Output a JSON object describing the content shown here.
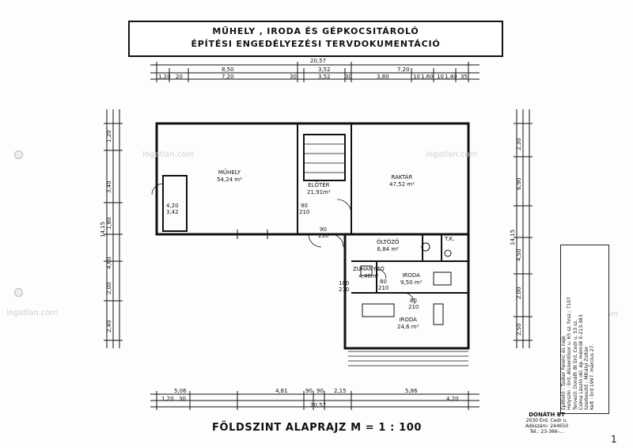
{
  "title": {
    "line1": "MŰHELY , IRODA ÉS GÉPKOCSITÁROLÓ",
    "line2": "ÉPÍTÉSI ENGEDÉLYEZÉSI TERVDOKUMENTÁCIÓ"
  },
  "top_dims": {
    "total": "20,57",
    "row1": [
      "8,50",
      "3,52",
      "7,20"
    ],
    "row2": [
      "1,20",
      "20",
      "7,20",
      "30",
      "3,52",
      "30",
      "3,80",
      "10",
      "1,60",
      "10",
      "1,40",
      "35"
    ]
  },
  "bottom_dims": {
    "total": "20,57",
    "row1": [
      "5,06",
      "4,81",
      "90",
      "90",
      "2,15",
      "5,86"
    ],
    "row2": [
      "1,20",
      "30",
      "4,20"
    ]
  },
  "left_dims": {
    "total": "14,15",
    "segments": [
      "1,20",
      "3,40",
      "1,80",
      "4,60",
      "2,00",
      "2,40"
    ]
  },
  "right_dims": {
    "total": "14,15",
    "segments": [
      "2,30",
      "6,90",
      "4,50",
      "2,00",
      "2,50"
    ]
  },
  "rooms": {
    "muhely": {
      "name": "MŰHELY",
      "area": "54,24 m²"
    },
    "eloter": {
      "name": "ELŐTÉR",
      "area": "21,91m²"
    },
    "raktar": {
      "name": "RAKTÁR",
      "area": "47,52 m²"
    },
    "oltozo": {
      "name": "ÖLTÖZŐ",
      "area": "6,84 m²"
    },
    "tk": {
      "name": "T.K."
    },
    "zuhanyzo": {
      "name": "ZUHANYZÓ",
      "area": "4,40m²"
    },
    "iroda1": {
      "name": "IRODA",
      "area": "9,50 m²"
    },
    "iroda2": {
      "name": "IRODA",
      "area": "24,6 m²"
    }
  },
  "door_labels": [
    "90",
    "210",
    "90",
    "210",
    "100",
    "210",
    "80",
    "210",
    "80",
    "210",
    "4,20",
    "3,42"
  ],
  "watermark": "ingatlan.com",
  "plan_title": "FÖLDSZINT ALAPRAJZ  M = 1 : 100",
  "stamp": [
    "Építtető : Tasker Ferenc és neje",
    "Helyszín : Érd, Alsóerdősor u. 65 sz. hrsz.: 7107",
    "Tervező: Donáth Bt Érd, Cedr u. 53 sz.",
    "Csima László okl. ép. mérnök É-213-383",
    "Szerkesztő : Mihályi Zoltán",
    "Kelt : Érd 1997. március 27."
  ],
  "author": {
    "name": "DONÁTH BT",
    "address": "2030 Érd, Cedr u.",
    "tax": "Adószám: 244650",
    "phone": "Tel.: 23-366-..."
  },
  "page_number": "1"
}
